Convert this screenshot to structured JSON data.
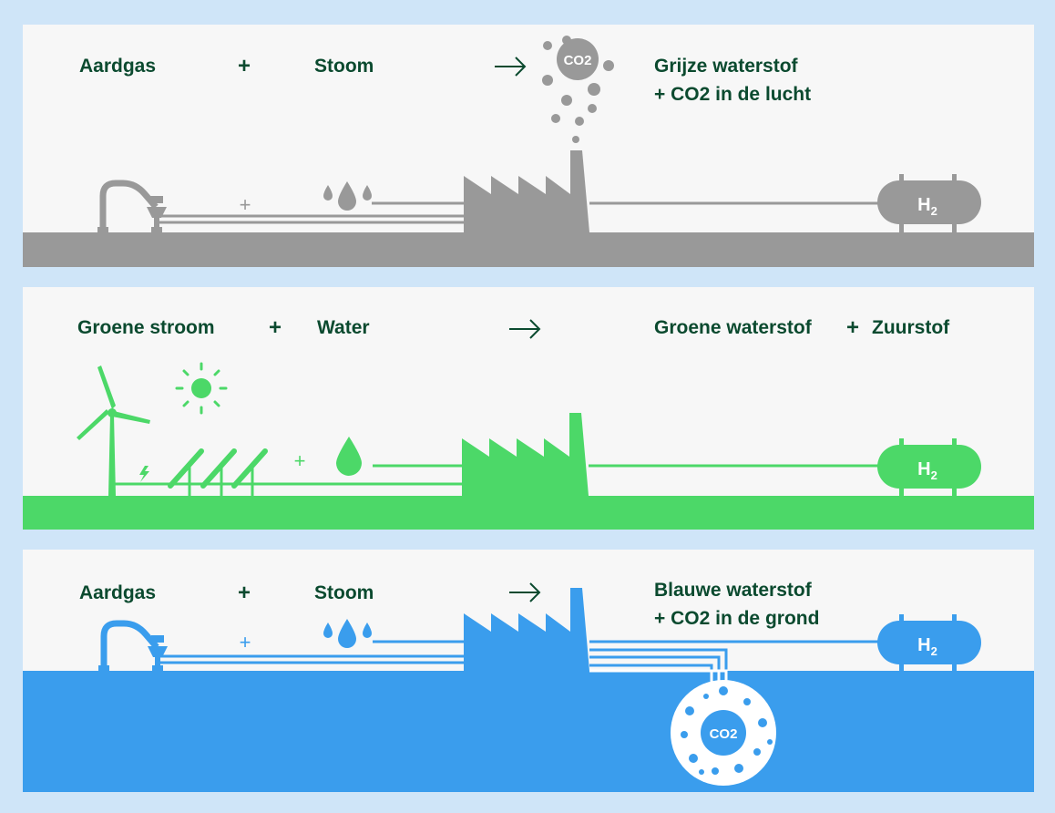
{
  "panels": [
    {
      "id": "grey",
      "color": "#999999",
      "input_a": "Aardgas",
      "plus_top": "+",
      "input_b": "Stoom",
      "output_line1": "Grijze waterstof",
      "output_line2": "+ CO2 in de lucht",
      "co2_label": "CO2",
      "plus_small": "+",
      "tank_label": "H",
      "tank_sub": "2"
    },
    {
      "id": "green",
      "color": "#4cd868",
      "input_a": "Groene stroom",
      "plus_top": "+",
      "input_b": "Water",
      "output_line1": "Groene waterstof",
      "output_plus": "+",
      "output_extra": "Zuurstof",
      "plus_small": "+",
      "tank_label": "H",
      "tank_sub": "2"
    },
    {
      "id": "blue",
      "color": "#3a9ded",
      "input_a": "Aardgas",
      "plus_top": "+",
      "input_b": "Stoom",
      "output_line1": "Blauwe waterstof",
      "output_line2": "+ CO2 in de grond",
      "co2_label": "CO2",
      "plus_small": "+",
      "tank_label": "H",
      "tank_sub": "2"
    }
  ]
}
